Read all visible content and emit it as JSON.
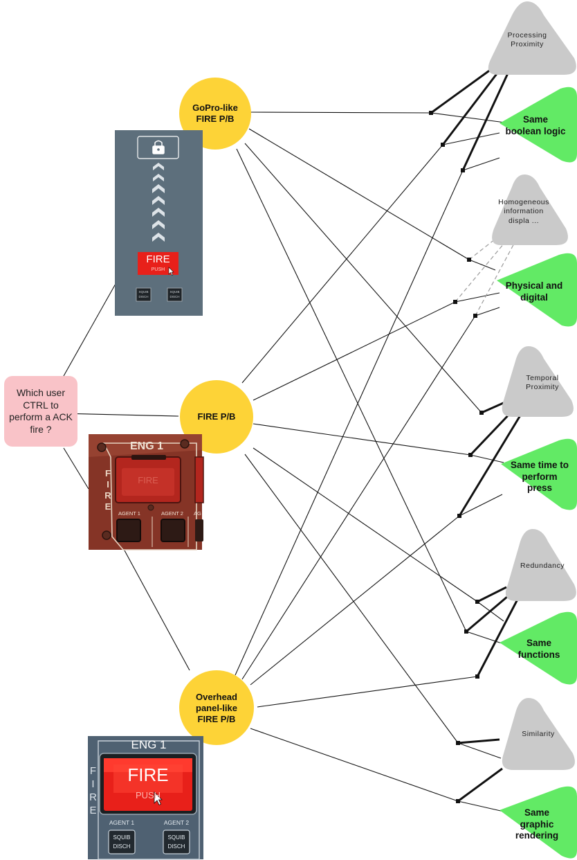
{
  "question": {
    "text": "Which user CTRL to perform a ACK fire ?",
    "lines": [
      "Which user",
      "CTRL to",
      "perform a ACK",
      "fire ?"
    ]
  },
  "options": [
    {
      "id": "gopro",
      "lines": [
        "GoPro-like",
        "FIRE P/B"
      ]
    },
    {
      "id": "firepb",
      "lines": [
        "FIRE P/B"
      ]
    },
    {
      "id": "overhead",
      "lines": [
        "Overhead",
        "panel-like",
        "FIRE P/B"
      ]
    }
  ],
  "criteria_grey": [
    {
      "id": "processing",
      "lines": [
        "Processing",
        "Proximity"
      ]
    },
    {
      "id": "homogeneous",
      "lines": [
        "Homogeneous",
        "information",
        "displa ..."
      ]
    },
    {
      "id": "temporal",
      "lines": [
        "Temporal",
        "Proximity"
      ]
    },
    {
      "id": "redundancy",
      "lines": [
        "Redundancy"
      ]
    },
    {
      "id": "similarity",
      "lines": [
        "Similarity"
      ]
    }
  ],
  "criteria_green": [
    {
      "id": "boolean",
      "lines": [
        "Same",
        "boolean logic"
      ]
    },
    {
      "id": "physical",
      "lines": [
        "Physical and",
        "digital"
      ]
    },
    {
      "id": "sametime",
      "lines": [
        "Same time to",
        "perform",
        "press"
      ]
    },
    {
      "id": "functions",
      "lines": [
        "Same",
        "functions"
      ]
    },
    {
      "id": "graphic",
      "lines": [
        "Same",
        "graphic",
        "rendering"
      ]
    }
  ],
  "screens": {
    "gopro": {
      "fire": "FIRE",
      "push": "PUSH",
      "squib": "SQUIB",
      "disch": "DISCH"
    },
    "physical": {
      "eng": "ENG 1",
      "fire": "FIRE",
      "fire_vertical": [
        "F",
        "I",
        "R",
        "E"
      ],
      "agent1": "AGENT 1",
      "agent2": "AGENT 2",
      "agent_cut": "AG"
    },
    "overhead": {
      "eng": "ENG 1",
      "fire": "FIRE",
      "push": "PUSH",
      "fire_vertical": [
        "F",
        "I",
        "R",
        "E"
      ],
      "agent1": "AGENT 1",
      "agent2": "AGENT 2",
      "squib": "SQUIB",
      "disch": "DISCH"
    }
  },
  "colors": {
    "question_fill": "#f9c3c8",
    "option_fill": "#fdd337",
    "grey_fill": "#cacaca",
    "green_fill": "#62ea65",
    "line": "#111111",
    "fire_red": "#e8201a",
    "gopro_bg": "#5d6f7c",
    "overhead_bg": "#4f6172"
  }
}
